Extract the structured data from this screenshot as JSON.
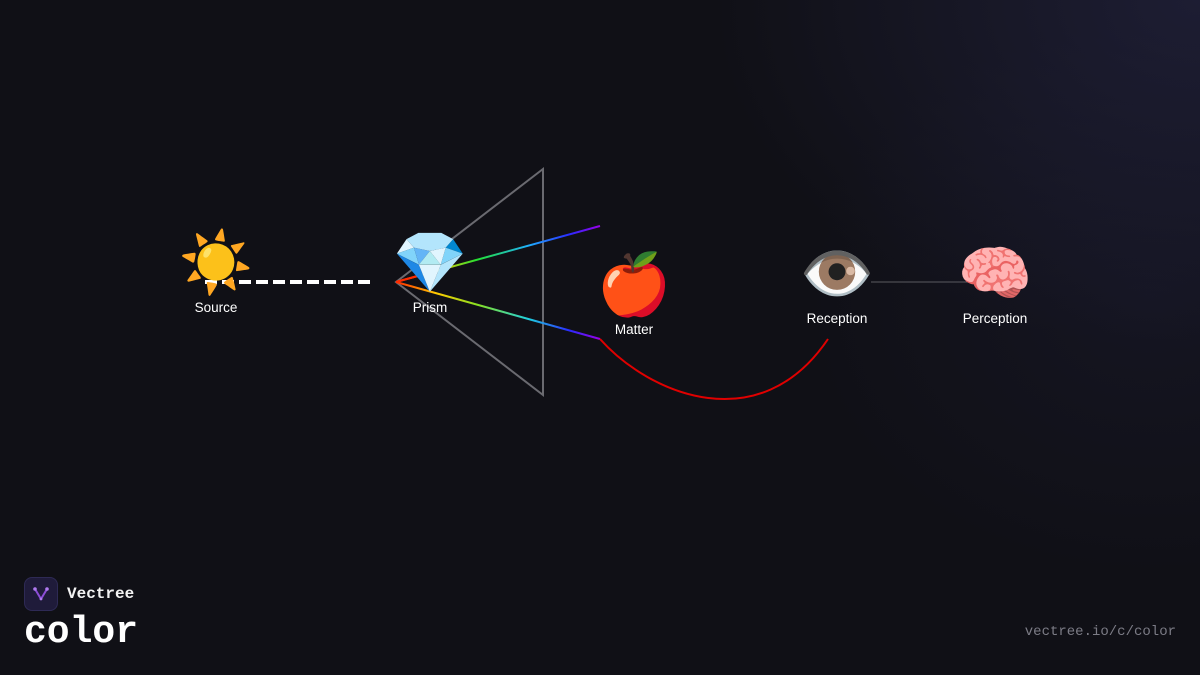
{
  "nodes": {
    "source": {
      "label": "Source",
      "emoji": "☀️"
    },
    "prism": {
      "label": "Prism",
      "emoji": "💎"
    },
    "matter": {
      "label": "Matter",
      "emoji": "🍎"
    },
    "reception": {
      "label": "Reception",
      "emoji": "👁️"
    },
    "perception": {
      "label": "Perception",
      "emoji": "🧠"
    }
  },
  "brand": {
    "name": "Vectree",
    "topic": "color",
    "url": "vectree.io/c/color"
  },
  "colors": {
    "background": "#101016",
    "light_beam": "#ffffff",
    "prism_outline": "#6a6a70",
    "reflected_red": "#e00000",
    "nerve_line": "#5a5a60",
    "logo_accent": "#8b4dd6"
  }
}
